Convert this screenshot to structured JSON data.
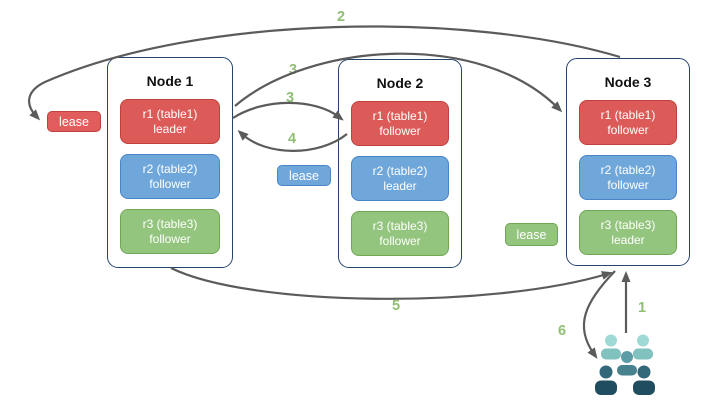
{
  "diagram": {
    "nodes": [
      {
        "title": "Node 1",
        "replicas": [
          {
            "name": "r1 (table1)",
            "role": "leader",
            "color": "red"
          },
          {
            "name": "r2 (table2)",
            "role": "follower",
            "color": "blue"
          },
          {
            "name": "r3 (table3)",
            "role": "follower",
            "color": "green"
          }
        ]
      },
      {
        "title": "Node 2",
        "replicas": [
          {
            "name": "r1 (table1)",
            "role": "follower",
            "color": "red"
          },
          {
            "name": "r2 (table2)",
            "role": "leader",
            "color": "blue"
          },
          {
            "name": "r3 (table3)",
            "role": "follower",
            "color": "green"
          }
        ]
      },
      {
        "title": "Node 3",
        "replicas": [
          {
            "name": "r1 (table1)",
            "role": "follower",
            "color": "red"
          },
          {
            "name": "r2 (table2)",
            "role": "follower",
            "color": "blue"
          },
          {
            "name": "r3 (table3)",
            "role": "leader",
            "color": "green"
          }
        ]
      }
    ],
    "leases": [
      {
        "label": "lease",
        "color": "red"
      },
      {
        "label": "lease",
        "color": "blue"
      },
      {
        "label": "lease",
        "color": "green"
      }
    ],
    "steps": [
      {
        "text": "1"
      },
      {
        "text": "2"
      },
      {
        "text": "3"
      },
      {
        "text": "3"
      },
      {
        "text": "4"
      },
      {
        "text": "5"
      },
      {
        "text": "6"
      }
    ]
  },
  "colors": {
    "replica_red": "#dc5b58",
    "replica_red_border": "#c0403c",
    "replica_blue": "#6fa7db",
    "replica_blue_border": "#4984c7",
    "replica_green": "#94c57e",
    "replica_green_border": "#71a655",
    "node_border": "#24456e",
    "arrow": "#5b5b5b",
    "step_label": "#8fbf75",
    "users_back": "#9ed9d5",
    "users_middle": "#5b9ca6",
    "users_front": "#204d5f"
  }
}
